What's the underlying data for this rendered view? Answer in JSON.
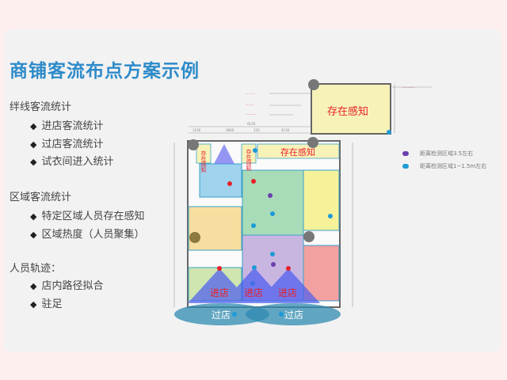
{
  "title": "商铺客流布点方案示例",
  "sections": [
    {
      "heading": "绊线客流统计",
      "items": [
        "进店客流统计",
        "过店客流统计",
        "试衣间进入统计"
      ]
    },
    {
      "heading": "区域客流统计",
      "items": [
        "特定区域人员存在感知",
        "区域热度（人员聚集）"
      ]
    },
    {
      "heading": "人员轨迹：",
      "items": [
        "店内路径拟合",
        "驻足"
      ]
    }
  ],
  "bullet": "◆",
  "plan": {
    "presence_label": "存在感知",
    "enter_label": "进店",
    "pass_label": "过店",
    "dims": [
      "1100",
      "3800",
      "120",
      "4130",
      "9129"
    ]
  },
  "legend": [
    {
      "label": "距离检测区域3.5左右",
      "color": "#6a3fb0"
    },
    {
      "label": "距离检测区域1~1.5m左右",
      "color": "#1e9ad6"
    }
  ],
  "colors": {
    "title": "#2e8bc9",
    "annotation": "#e8202a"
  }
}
